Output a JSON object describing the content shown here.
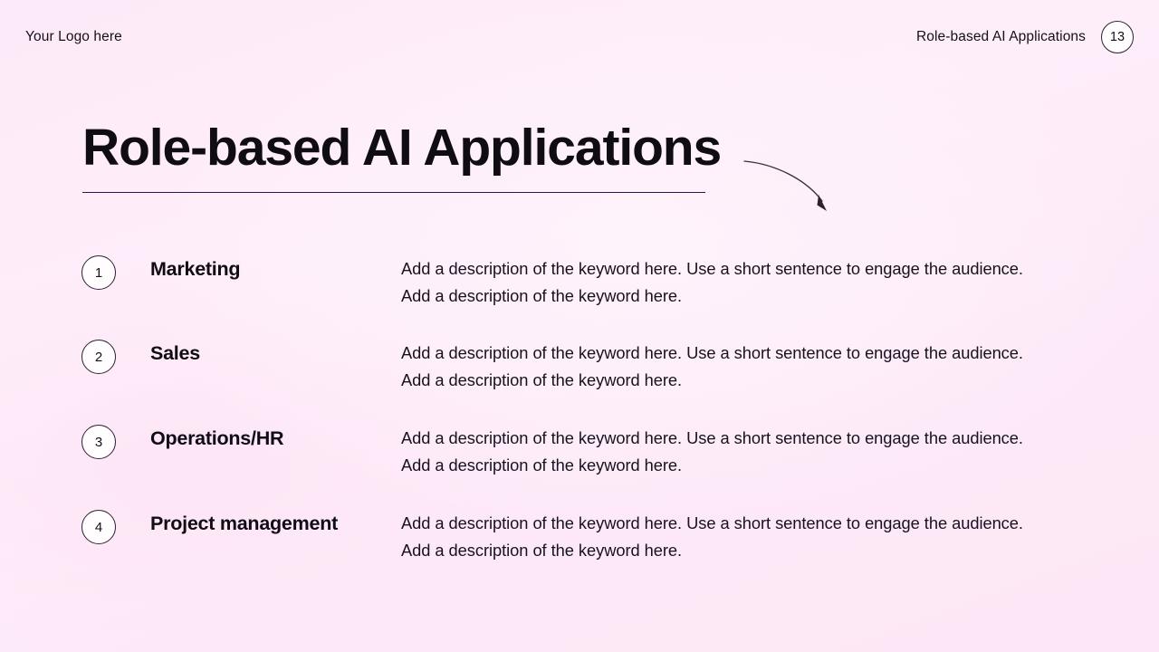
{
  "header": {
    "logo_text": "Your Logo here",
    "deck_title": "Role-based AI Applications",
    "page_number": "13"
  },
  "title": {
    "heading": "Role-based AI Applications"
  },
  "decoration": {
    "arrow_icon": "curved-arrow-down-right-icon"
  },
  "items": [
    {
      "index": "1",
      "keyword": "Marketing",
      "description": "Add a description of the keyword here. Use a short sentence to engage the audience. Add a description of the keyword here."
    },
    {
      "index": "2",
      "keyword": "Sales",
      "description": "Add a description of the keyword here. Use a short sentence to engage the audience. Add a description of the keyword here."
    },
    {
      "index": "3",
      "keyword": "Operations/HR",
      "description": "Add a description of the keyword here. Use a short sentence to engage the audience. Add a description of the keyword here."
    },
    {
      "index": "4",
      "keyword": "Project management",
      "description": "Add a description of the keyword here. Use a short sentence to engage the audience. Add a description of the keyword here."
    }
  ],
  "colors": {
    "background_pink": "#fde9f7",
    "background_light": "#fef2fb",
    "text_dark": "#100c16",
    "rule_navy": "#241a52",
    "outline": "#2c2133"
  }
}
